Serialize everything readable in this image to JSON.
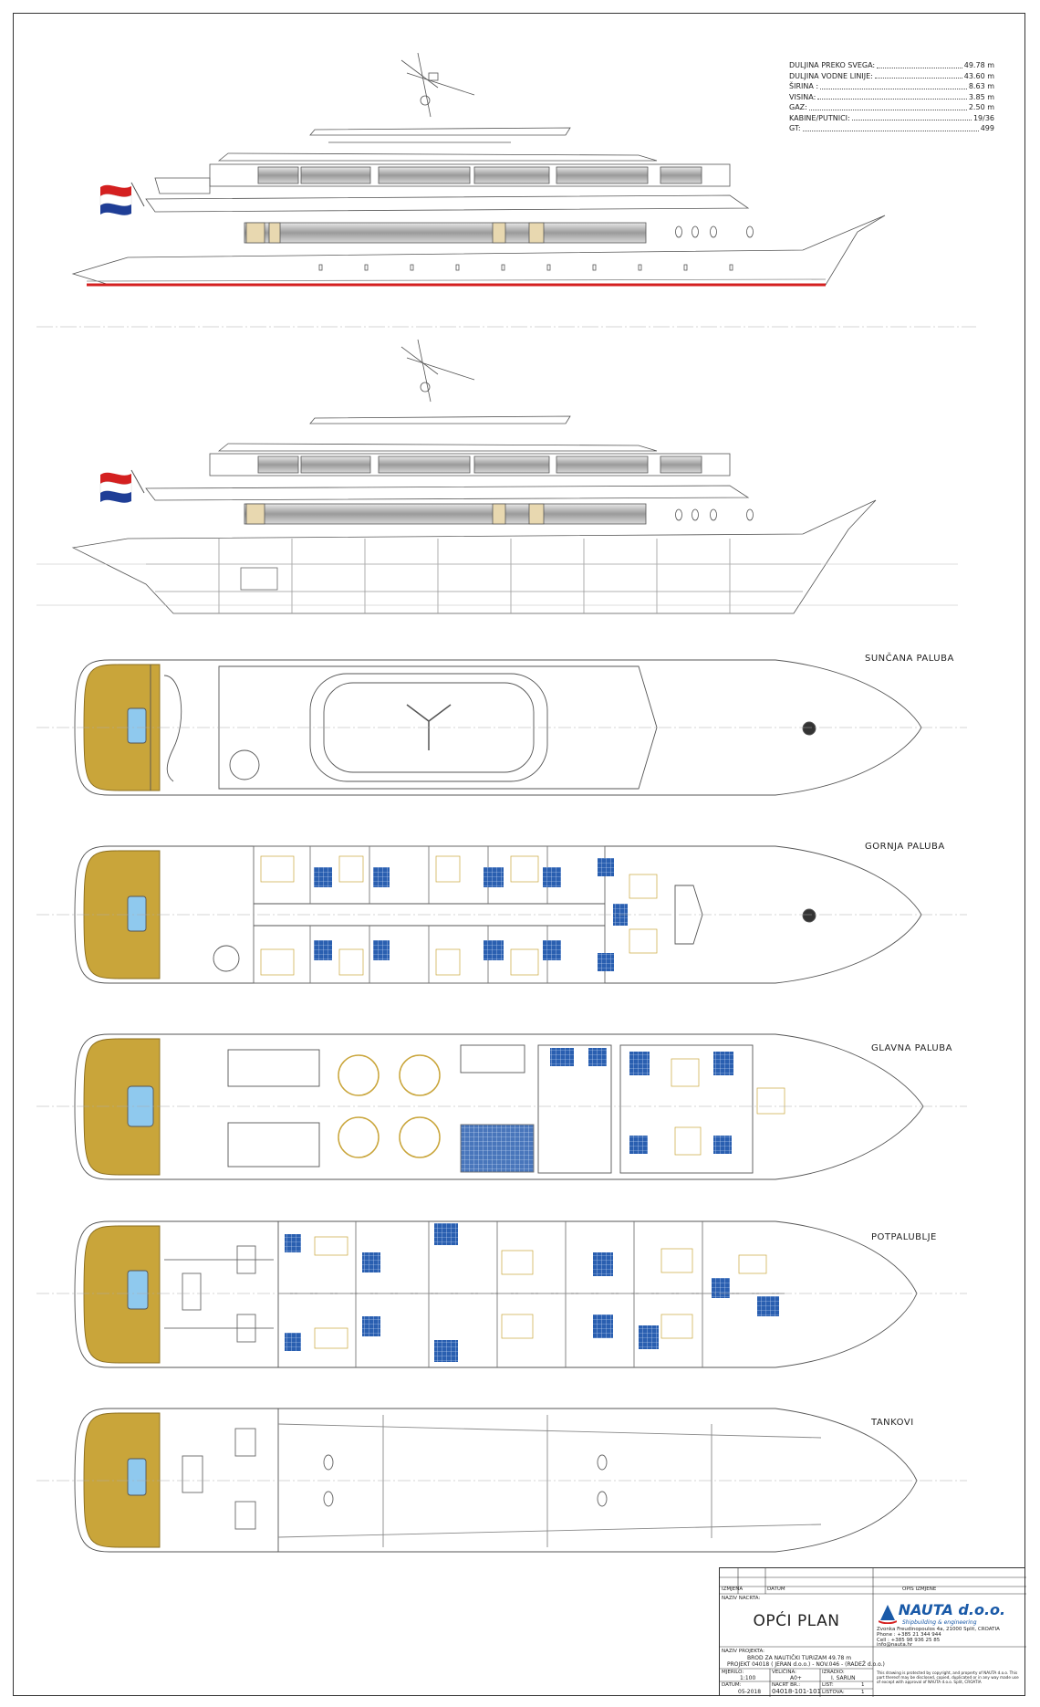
{
  "specs": [
    {
      "label": "DULJINA PREKO SVEGA:",
      "value": "49.78",
      "unit": "m"
    },
    {
      "label": "DULJINA VODNE LINIJE:",
      "value": "43.60",
      "unit": "m"
    },
    {
      "label": "ŠIRINA :",
      "value": "8.63",
      "unit": "m"
    },
    {
      "label": "VISINA:",
      "value": "3.85",
      "unit": "m"
    },
    {
      "label": "GAZ:",
      "value": "2.50",
      "unit": "m"
    },
    {
      "label": "KABINE/PUTNICI:",
      "value": "19/36",
      "unit": ""
    },
    {
      "label": "GT:",
      "value": "499",
      "unit": ""
    }
  ],
  "decks": {
    "sun": "SUNČANA PALUBA",
    "upper": "GORNJA PALUBA",
    "main": "GLAVNA PALUBA",
    "lower": "POTPALUBLJE",
    "tanks": "TANKOVI"
  },
  "titleblock": {
    "izmjena": "IZMJENA",
    "datum": "DATUM",
    "opis": "OPIS IZMJENE",
    "nacrt_label": "NAZIV NACRTA:",
    "title": "OPĆI PLAN",
    "projekt_label": "NAZIV PROJEKTA:",
    "projekt_line1": "BROD ZA NAUTIČKI TURIZAM 49.78 m",
    "projekt_line2": "PROJEKT 04018 ( JERAN d.o.o.) - NOV.046 - (RADEŽ d.o.o.)",
    "mjerilo_label": "MJERILO:",
    "mjerilo": "1:100",
    "velicina_label": "VELIČINA:",
    "velicina": "A0+",
    "izradio_label": "IZRADIO:",
    "izradio": "I. SARUN",
    "datum_label": "DATUM:",
    "datum_val": "05-2018",
    "nacrt_br_label": "NACRT BR.:",
    "nacrt_br": "04018-101-101",
    "list_label": "LIST:",
    "list": "1",
    "listova_label": "LISTOVA:",
    "listova": "1",
    "logo": "NAUTA d.o.o.",
    "logo_sub": "Shipbuilding & engineering",
    "address": "Zvonka Freudinopoulos 4a, 21000 Split, CROATIA",
    "phone": "Phone : +385 21 344 944",
    "fax": "Cell : +385 98 936 25 85",
    "email": "info@nauta.hr",
    "copyright": "This drawing is protected by copyright, and property of NAUTA d.o.o. This part thereof may be disclosed, copied, duplicated or in any way made use of except with approval of NAUTA d.o.o. Split, CROATIA"
  },
  "colors": {
    "deck_wood": "#c9a53a",
    "pool": "#8fc9ee",
    "bathroom": "#2a5fb0",
    "waterline": "#d42020",
    "flag_red": "#d42020",
    "flag_blue": "#1f3e96"
  }
}
